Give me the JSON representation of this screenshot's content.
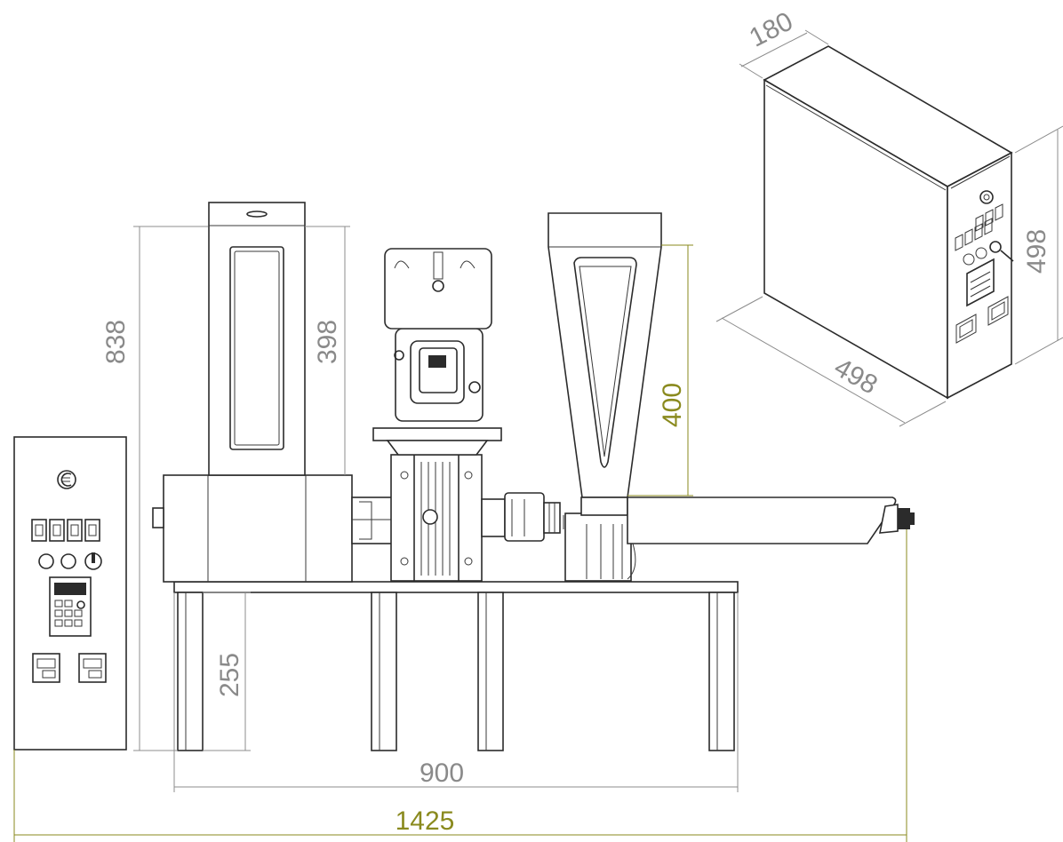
{
  "dimensions": {
    "control_panel_depth": "180",
    "control_panel_height": "498",
    "control_panel_width": "498",
    "overall_height": "838",
    "upper_section_height": "398",
    "hopper_height": "400",
    "leg_height": "255",
    "frame_length": "900",
    "overall_length": "1425"
  },
  "colors": {
    "outline": "#2b2b2b",
    "dimension_grey": "#8a8a8a",
    "dimension_accent": "#8a8a1e",
    "background": "#ffffff"
  },
  "icons": {
    "panel_logo": "company-logo-icon",
    "control_display": "controller-keypad-icon"
  }
}
